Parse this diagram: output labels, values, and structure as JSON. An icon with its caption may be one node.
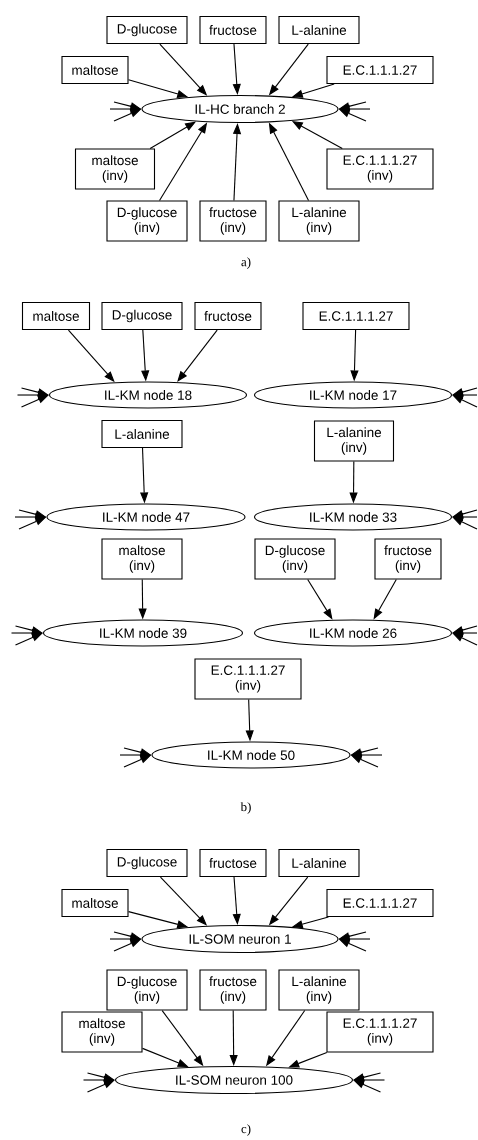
{
  "diagram": {
    "nodes": [
      {
        "text": [
          "D-glucose"
        ]
      },
      {
        "text": [
          "fructose"
        ]
      },
      {
        "text": [
          "L-alanine"
        ]
      },
      {
        "text": [
          "maltose"
        ]
      },
      {
        "text": [
          "E.C.1.1.1.27"
        ]
      },
      {
        "text": [
          "IL-HC branch 2"
        ]
      },
      {
        "text": [
          "maltose (inv)"
        ]
      },
      {
        "text": [
          "E.C.1.1.1.27 (inv)"
        ]
      },
      {
        "text": [
          "D-glucose (inv)"
        ]
      },
      {
        "text": [
          "fructose (inv)"
        ]
      },
      {
        "text": [
          "L-alanine (inv)"
        ]
      },
      {
        "text": [
          "maltose"
        ]
      },
      {
        "text": [
          "D-glucose"
        ]
      },
      {
        "text": [
          "fructose"
        ]
      },
      {
        "text": [
          "E.C.1.1.1.27"
        ]
      },
      {
        "text": [
          "IL-KM node 18"
        ]
      },
      {
        "text": [
          "IL-KM node 17"
        ]
      },
      {
        "text": [
          "L-alanine"
        ]
      },
      {
        "text": [
          "L-alanine (inv)"
        ]
      },
      {
        "text": [
          "IL-KM node 47"
        ]
      },
      {
        "text": [
          "IL-KM node 33"
        ]
      },
      {
        "text": [
          "maltose (inv)"
        ]
      },
      {
        "text": [
          "D-glucose (inv)"
        ]
      },
      {
        "text": [
          "fructose (inv)"
        ]
      },
      {
        "text": [
          "IL-KM node 39"
        ]
      },
      {
        "text": [
          "IL-KM node 26"
        ]
      },
      {
        "text": [
          "E.C.1.1.1.27 (inv)"
        ]
      },
      {
        "text": [
          "IL-KM node 50"
        ]
      },
      {
        "text": [
          "D-glucose"
        ]
      },
      {
        "text": [
          "fructose"
        ]
      },
      {
        "text": [
          "L-alanine"
        ]
      },
      {
        "text": [
          "maltose"
        ]
      },
      {
        "text": [
          "E.C.1.1.1.27"
        ]
      },
      {
        "text": [
          "IL-SOM neuron 1"
        ]
      },
      {
        "text": [
          "D-glucose (inv)"
        ]
      },
      {
        "text": [
          "fructose (inv)"
        ]
      },
      {
        "text": [
          "L-alanine (inv)"
        ]
      },
      {
        "text": [
          "maltose (inv)"
        ]
      },
      {
        "text": [
          "E.C.1.1.1.27 (inv)"
        ]
      },
      {
        "text": [
          "IL-SOM neuron 100"
        ]
      }
    ],
    "edges": [
      {
        "from": 0,
        "to": 5,
        "arrow": "to"
      },
      {
        "from": 1,
        "to": 5,
        "arrow": "to"
      },
      {
        "from": 2,
        "to": 5,
        "arrow": "to"
      },
      {
        "from": 3,
        "to": 5,
        "arrow": "to"
      },
      {
        "from": 4,
        "to": 5,
        "arrow": "to"
      },
      {
        "from": 6,
        "to": 5,
        "arrow": "to"
      },
      {
        "from": 7,
        "to": 5,
        "arrow": "to"
      },
      {
        "from": 8,
        "to": 5,
        "arrow": "to"
      },
      {
        "from": 9,
        "to": 5,
        "arrow": "to"
      },
      {
        "from": 10,
        "to": 5,
        "arrow": "to"
      },
      {
        "from": 11,
        "to": 15,
        "arrow": "to"
      },
      {
        "from": 12,
        "to": 15,
        "arrow": "to"
      },
      {
        "from": 13,
        "to": 15,
        "arrow": "to"
      },
      {
        "from": 14,
        "to": 16,
        "arrow": "to"
      },
      {
        "from": 17,
        "to": 19,
        "arrow": "to"
      },
      {
        "from": 18,
        "to": 20,
        "arrow": "to"
      },
      {
        "from": 21,
        "to": 24,
        "arrow": "to"
      },
      {
        "from": 22,
        "to": 25,
        "arrow": "to"
      },
      {
        "from": 23,
        "to": 25,
        "arrow": "to"
      },
      {
        "from": 26,
        "to": 27,
        "arrow": "to"
      },
      {
        "from": 28,
        "to": 33,
        "arrow": "to"
      },
      {
        "from": 29,
        "to": 33,
        "arrow": "to"
      },
      {
        "from": 30,
        "to": 33,
        "arrow": "to"
      },
      {
        "from": 31,
        "to": 33,
        "arrow": "to"
      },
      {
        "from": 32,
        "to": 33,
        "arrow": "to"
      },
      {
        "from": 34,
        "to": 39,
        "arrow": "to"
      },
      {
        "from": 35,
        "to": 39,
        "arrow": "to"
      },
      {
        "from": 36,
        "to": 39,
        "arrow": "to"
      },
      {
        "from": 37,
        "to": 39,
        "arrow": "to"
      },
      {
        "from": 38,
        "to": 39,
        "arrow": "to"
      },
      {
        "from": null,
        "to": 5,
        "arrow": "to"
      },
      {
        "from": null,
        "to": 5,
        "arrow": "to"
      },
      {
        "from": null,
        "to": 5,
        "arrow": "to"
      },
      {
        "from": null,
        "to": 5,
        "arrow": "to"
      },
      {
        "from": null,
        "to": 5,
        "arrow": "to"
      },
      {
        "from": null,
        "to": 5,
        "arrow": "to"
      },
      {
        "from": null,
        "to": 15,
        "arrow": "to"
      },
      {
        "from": null,
        "to": 15,
        "arrow": "to"
      },
      {
        "from": null,
        "to": 15,
        "arrow": "to"
      },
      {
        "from": null,
        "to": 16,
        "arrow": "to"
      },
      {
        "from": null,
        "to": 16,
        "arrow": "to"
      },
      {
        "from": null,
        "to": 16,
        "arrow": "to"
      },
      {
        "from": null,
        "to": 19,
        "arrow": "to"
      },
      {
        "from": null,
        "to": 19,
        "arrow": "to"
      },
      {
        "from": null,
        "to": 19,
        "arrow": "to"
      },
      {
        "from": null,
        "to": 20,
        "arrow": "to"
      },
      {
        "from": null,
        "to": 20,
        "arrow": "to"
      },
      {
        "from": null,
        "to": 20,
        "arrow": "to"
      },
      {
        "from": null,
        "to": 24,
        "arrow": "to"
      },
      {
        "from": null,
        "to": 24,
        "arrow": "to"
      },
      {
        "from": null,
        "to": 24,
        "arrow": "to"
      },
      {
        "from": null,
        "to": 25,
        "arrow": "to"
      },
      {
        "from": null,
        "to": 25,
        "arrow": "to"
      },
      {
        "from": null,
        "to": 25,
        "arrow": "to"
      },
      {
        "from": null,
        "to": 27,
        "arrow": "to"
      },
      {
        "from": null,
        "to": 27,
        "arrow": "to"
      },
      {
        "from": null,
        "to": 27,
        "arrow": "to"
      },
      {
        "from": null,
        "to": 27,
        "arrow": "to"
      },
      {
        "from": null,
        "to": 27,
        "arrow": "to"
      },
      {
        "from": null,
        "to": 27,
        "arrow": "to"
      },
      {
        "from": null,
        "to": 33,
        "arrow": "to"
      },
      {
        "from": null,
        "to": 33,
        "arrow": "to"
      },
      {
        "from": null,
        "to": 33,
        "arrow": "to"
      },
      {
        "from": null,
        "to": 33,
        "arrow": "to"
      },
      {
        "from": null,
        "to": 33,
        "arrow": "to"
      },
      {
        "from": null,
        "to": 33,
        "arrow": "to"
      },
      {
        "from": null,
        "to": 39,
        "arrow": "to"
      },
      {
        "from": null,
        "to": 39,
        "arrow": "to"
      },
      {
        "from": null,
        "to": 39,
        "arrow": "to"
      },
      {
        "from": null,
        "to": 39,
        "arrow": "to"
      },
      {
        "from": null,
        "to": 39,
        "arrow": "to"
      },
      {
        "from": null,
        "to": 39,
        "arrow": "to"
      }
    ],
    "labels": [
      "a)",
      "b)",
      "c)"
    ]
  }
}
